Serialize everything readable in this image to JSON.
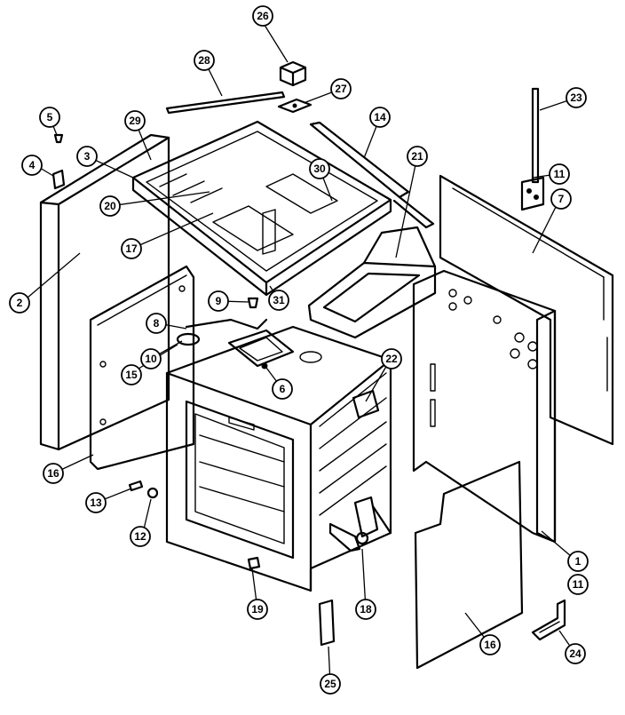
{
  "callouts": [
    {
      "id": "c26",
      "label": "26"
    },
    {
      "id": "c28",
      "label": "28"
    },
    {
      "id": "c27",
      "label": "27"
    },
    {
      "id": "c23",
      "label": "23"
    },
    {
      "id": "c5",
      "label": "5"
    },
    {
      "id": "c29",
      "label": "29"
    },
    {
      "id": "c14",
      "label": "14"
    },
    {
      "id": "c4",
      "label": "4"
    },
    {
      "id": "c3",
      "label": "3"
    },
    {
      "id": "c30",
      "label": "30"
    },
    {
      "id": "c21",
      "label": "21"
    },
    {
      "id": "c11a",
      "label": "11"
    },
    {
      "id": "c7",
      "label": "7"
    },
    {
      "id": "c20",
      "label": "20"
    },
    {
      "id": "c17",
      "label": "17"
    },
    {
      "id": "c2",
      "label": "2"
    },
    {
      "id": "c9",
      "label": "9"
    },
    {
      "id": "c31",
      "label": "31"
    },
    {
      "id": "c8",
      "label": "8"
    },
    {
      "id": "c10",
      "label": "10"
    },
    {
      "id": "c15",
      "label": "15"
    },
    {
      "id": "c22",
      "label": "22"
    },
    {
      "id": "c6",
      "label": "6"
    },
    {
      "id": "c16a",
      "label": "16"
    },
    {
      "id": "c13",
      "label": "13"
    },
    {
      "id": "c12",
      "label": "12"
    },
    {
      "id": "c1",
      "label": "1"
    },
    {
      "id": "c11b",
      "label": "11"
    },
    {
      "id": "c19",
      "label": "19"
    },
    {
      "id": "c18",
      "label": "18"
    },
    {
      "id": "c16b",
      "label": "16"
    },
    {
      "id": "c24",
      "label": "24"
    },
    {
      "id": "c25",
      "label": "25"
    }
  ]
}
